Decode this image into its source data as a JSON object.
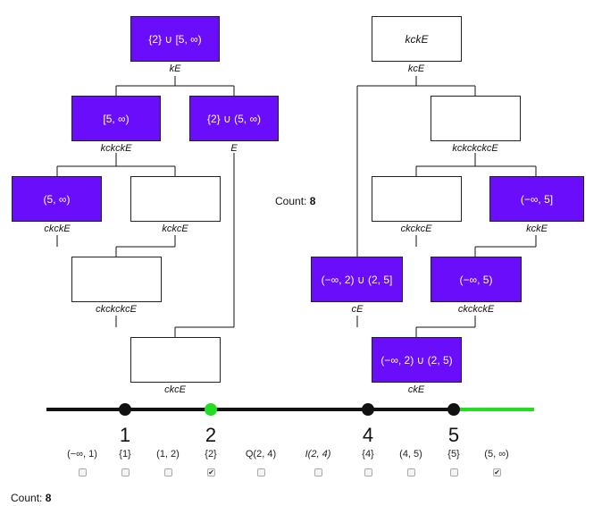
{
  "left_tree": {
    "n1": {
      "text": "{2} ∪ [5, ∞)",
      "label": "kE"
    },
    "n2": {
      "text": "[5, ∞)",
      "label": "kckckE"
    },
    "n3": {
      "text": "{2} ∪ (5, ∞)",
      "label": "E"
    },
    "n4": {
      "text": "(5, ∞)",
      "label": "ckckE"
    },
    "n5": {
      "text": "",
      "label": "kckcE"
    },
    "n6": {
      "text": "",
      "label": "ckckckcE"
    },
    "n7": {
      "text": "",
      "label": "ckcE"
    }
  },
  "right_tree": {
    "m1": {
      "text": "kckE",
      "label": "kcE"
    },
    "m2": {
      "text": "",
      "label": "kckckckcE"
    },
    "m3": {
      "text": "",
      "label": "ckckcE"
    },
    "m4": {
      "text": "(−∞, 5]",
      "label": "kckE"
    },
    "m5": {
      "text": "(−∞, 2) ∪ (2, 5]",
      "label": "cE"
    },
    "m6": {
      "text": "(−∞, 5)",
      "label": "ckckckE"
    },
    "m7": {
      "text": "(−∞, 2) ∪ (2, 5)",
      "label": "ckE"
    }
  },
  "count_middle": {
    "label": "Count:",
    "value": "8"
  },
  "count_bottom": {
    "label": "Count:",
    "value": "8"
  },
  "number_line": {
    "points": [
      "1",
      "2",
      "4",
      "5"
    ],
    "highlight_color": "#22dd22",
    "line_color": "#111111"
  },
  "intervals": [
    {
      "label": "(−∞, 1)",
      "checked": false
    },
    {
      "label": "{1}",
      "checked": false
    },
    {
      "label": "(1, 2)",
      "checked": false
    },
    {
      "label": "{2}",
      "checked": true
    },
    {
      "label": "Q(2, 4)",
      "checked": false
    },
    {
      "label": "I(2, 4)",
      "checked": false
    },
    {
      "label": "{4}",
      "checked": false
    },
    {
      "label": "(4, 5)",
      "checked": false
    },
    {
      "label": "{5}",
      "checked": false
    },
    {
      "label": "(5, ∞)",
      "checked": true
    }
  ],
  "colors": {
    "filled_box": "#6a0dfa",
    "highlight": "#22dd22"
  }
}
